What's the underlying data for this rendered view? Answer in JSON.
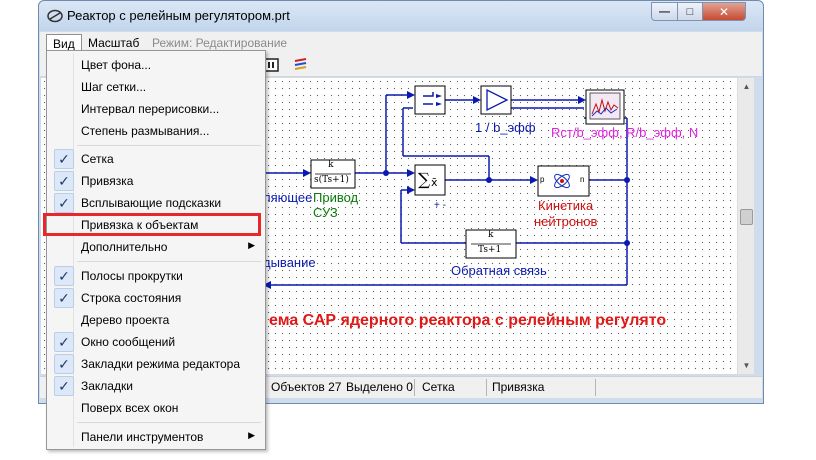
{
  "window": {
    "title": "Реактор с релейным регулятором.prt",
    "controls": {
      "minimize": "—",
      "maximize": "□",
      "close": "✕"
    }
  },
  "menubar": {
    "items": [
      "Вид",
      "Масштаб"
    ],
    "mode": "Режим: Редактирование"
  },
  "dropdown": {
    "items": [
      {
        "label": "Цвет фона...",
        "checked": false
      },
      {
        "label": "Шаг сетки...",
        "checked": false
      },
      {
        "label": "Интервал перерисовки...",
        "checked": false
      },
      {
        "label": "Степень размывания...",
        "checked": false
      },
      {
        "label": "Сетка",
        "checked": true
      },
      {
        "label": "Привязка",
        "checked": true
      },
      {
        "label": "Всплывающие подсказки",
        "checked": true
      },
      {
        "label": "Привязка к объектам",
        "checked": false
      },
      {
        "label": "Дополнительно",
        "checked": false,
        "submenu": true
      },
      {
        "label": "Полосы прокрутки",
        "checked": true
      },
      {
        "label": "Строка состояния",
        "checked": true
      },
      {
        "label": "Дерево проекта",
        "checked": false
      },
      {
        "label": "Окно сообщений",
        "checked": true
      },
      {
        "label": "Закладки режима редактора",
        "checked": true
      },
      {
        "label": "Закладки",
        "checked": true
      },
      {
        "label": "Поверх всех окон",
        "checked": false
      },
      {
        "label": "Панели инструментов",
        "checked": false,
        "submenu": true
      }
    ],
    "check_glyph": "✓",
    "submenu_glyph": "▶"
  },
  "diagram": {
    "inv_gain_label": "1 / b_эфф",
    "scope_label": "Rст/b_эфф, R/b_эфф, N",
    "actuator_tf_num": "k",
    "actuator_tf_den": "s(Ts+1)",
    "actuator_label_1": "Привод",
    "actuator_label_2": "СУЗ",
    "kinetics_label_1": "Кинетика",
    "kinetics_label_2": "нейтронов",
    "feedback_tf_num": "k",
    "feedback_tf_den": "Ts+1",
    "feedback_label": "Обратная связь",
    "left_partial_1": "ляющее",
    "left_partial_2": "дывание",
    "sum_signs": "+ -",
    "main_title": "ема САР ядерного реактора с релейным регулято",
    "kinetics_p": "p",
    "kinetics_n": "n"
  },
  "statusbar": {
    "objects": "Объектов 27",
    "selected": "Выделено 0",
    "grid": "Сетка",
    "snap": "Привязка"
  },
  "colors": {
    "signal_lines": "#0a1ab0",
    "highlight": "#e8272b",
    "title_red": "#e01818",
    "label_green": "#0a7a0a",
    "label_magenta": "#e020e0"
  }
}
